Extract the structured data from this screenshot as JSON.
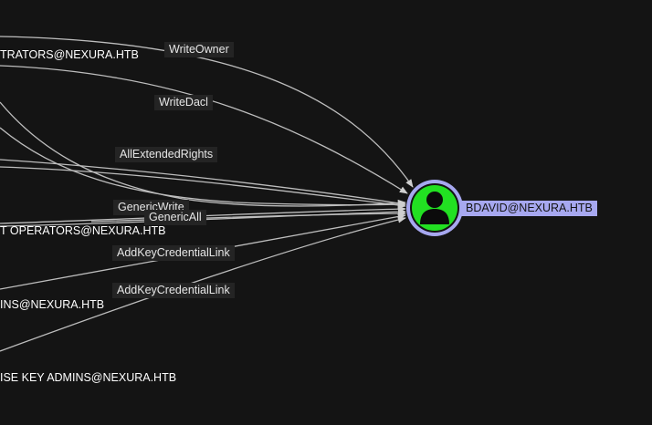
{
  "graph": {
    "target_node": {
      "label": "BDAVID@NEXURA.HTB",
      "icon": "user-icon",
      "fill_color": "#22e022",
      "ring_color": "#a7a8f0"
    },
    "source_nodes": [
      {
        "label": "TRATORS@NEXURA.HTB"
      },
      {
        "label": "T OPERATORS@NEXURA.HTB"
      },
      {
        "label": "INS@NEXURA.HTB"
      },
      {
        "label": "ISE KEY ADMINS@NEXURA.HTB"
      }
    ],
    "edge_labels": [
      "WriteOwner",
      "WriteDacl",
      "AllExtendedRights",
      "GenericWrite",
      "GenericAll",
      "AddKeyCredentialLink",
      "AddKeyCredentialLink"
    ],
    "colors": {
      "background": "#141414",
      "edge": "#bdbdbd",
      "label_background": "#242424"
    }
  }
}
